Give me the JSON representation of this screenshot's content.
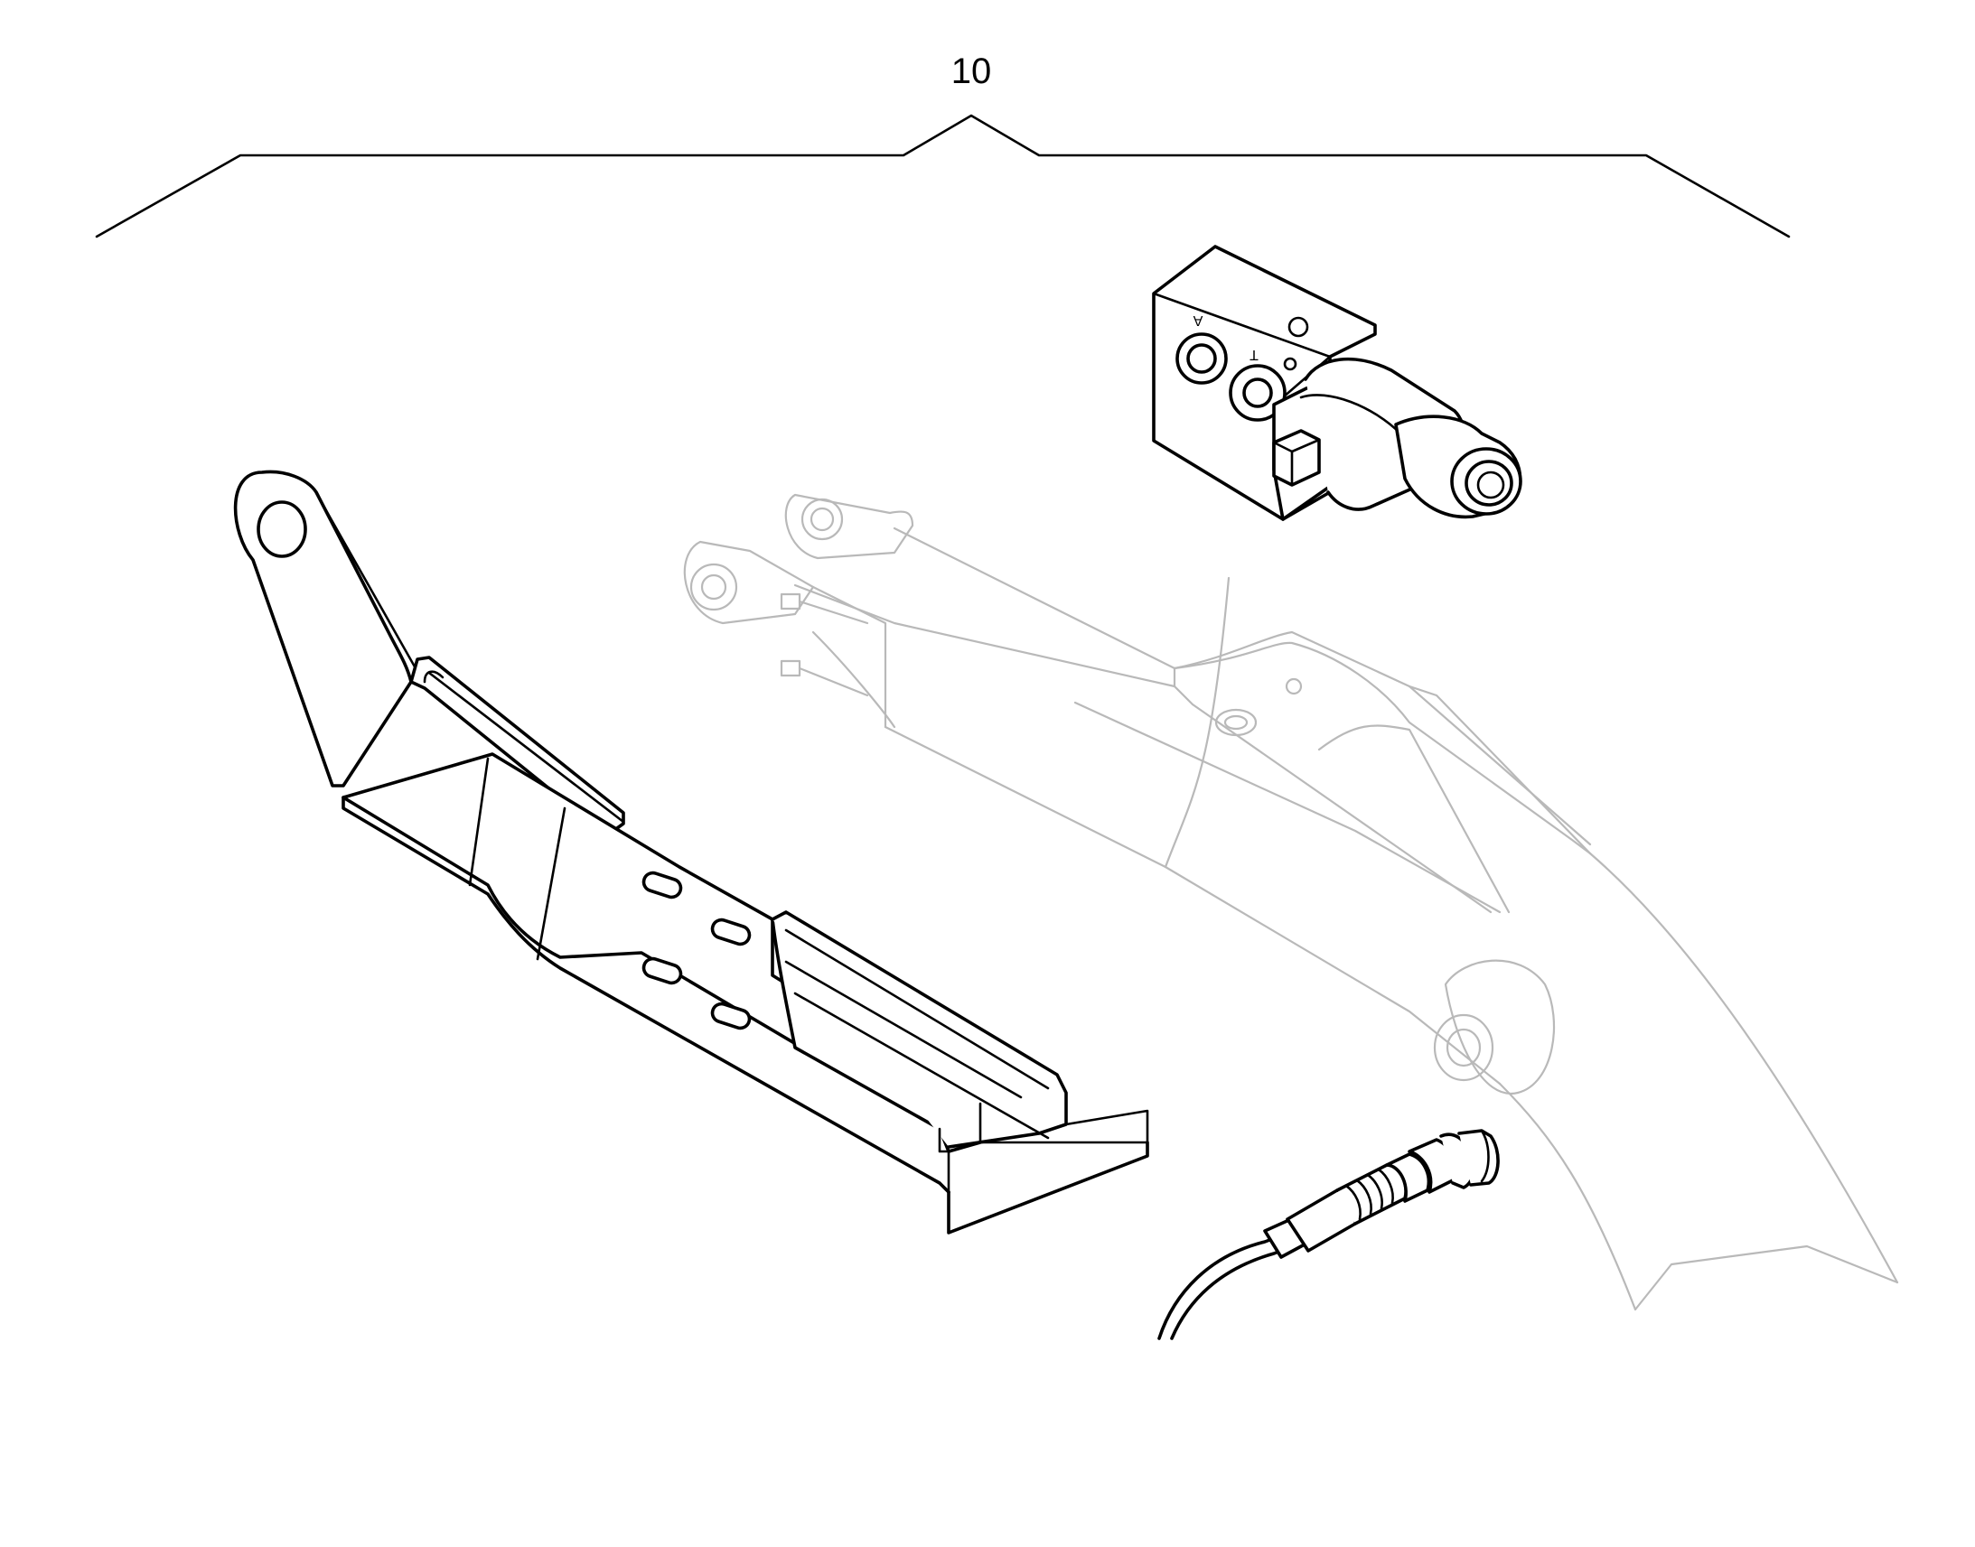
{
  "callout": {
    "label": "10"
  },
  "port_labels": {
    "port_a": "A",
    "port_t": "T"
  },
  "colors": {
    "ink": "#000000",
    "ghost_outline": "#b9b9b9",
    "background": "#ffffff"
  }
}
